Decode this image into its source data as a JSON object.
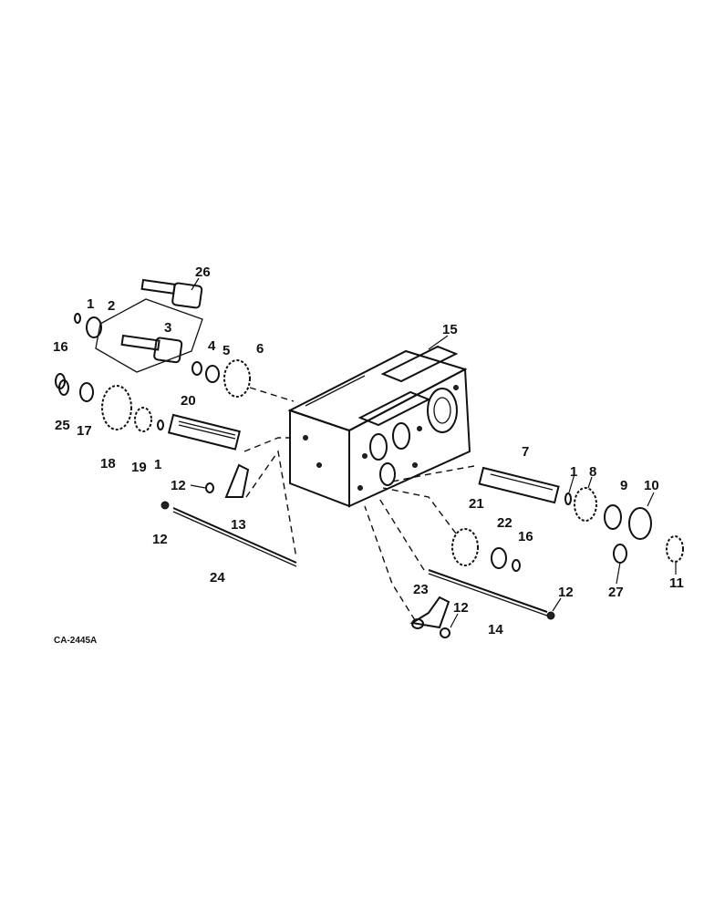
{
  "figure_code": "CA-2445A",
  "callouts": [
    "1",
    "2",
    "3",
    "4",
    "5",
    "6",
    "7",
    "8",
    "9",
    "10",
    "11",
    "12",
    "13",
    "14",
    "15",
    "16",
    "17",
    "18",
    "19",
    "20",
    "21",
    "22",
    "23",
    "24",
    "25",
    "26",
    "27"
  ]
}
